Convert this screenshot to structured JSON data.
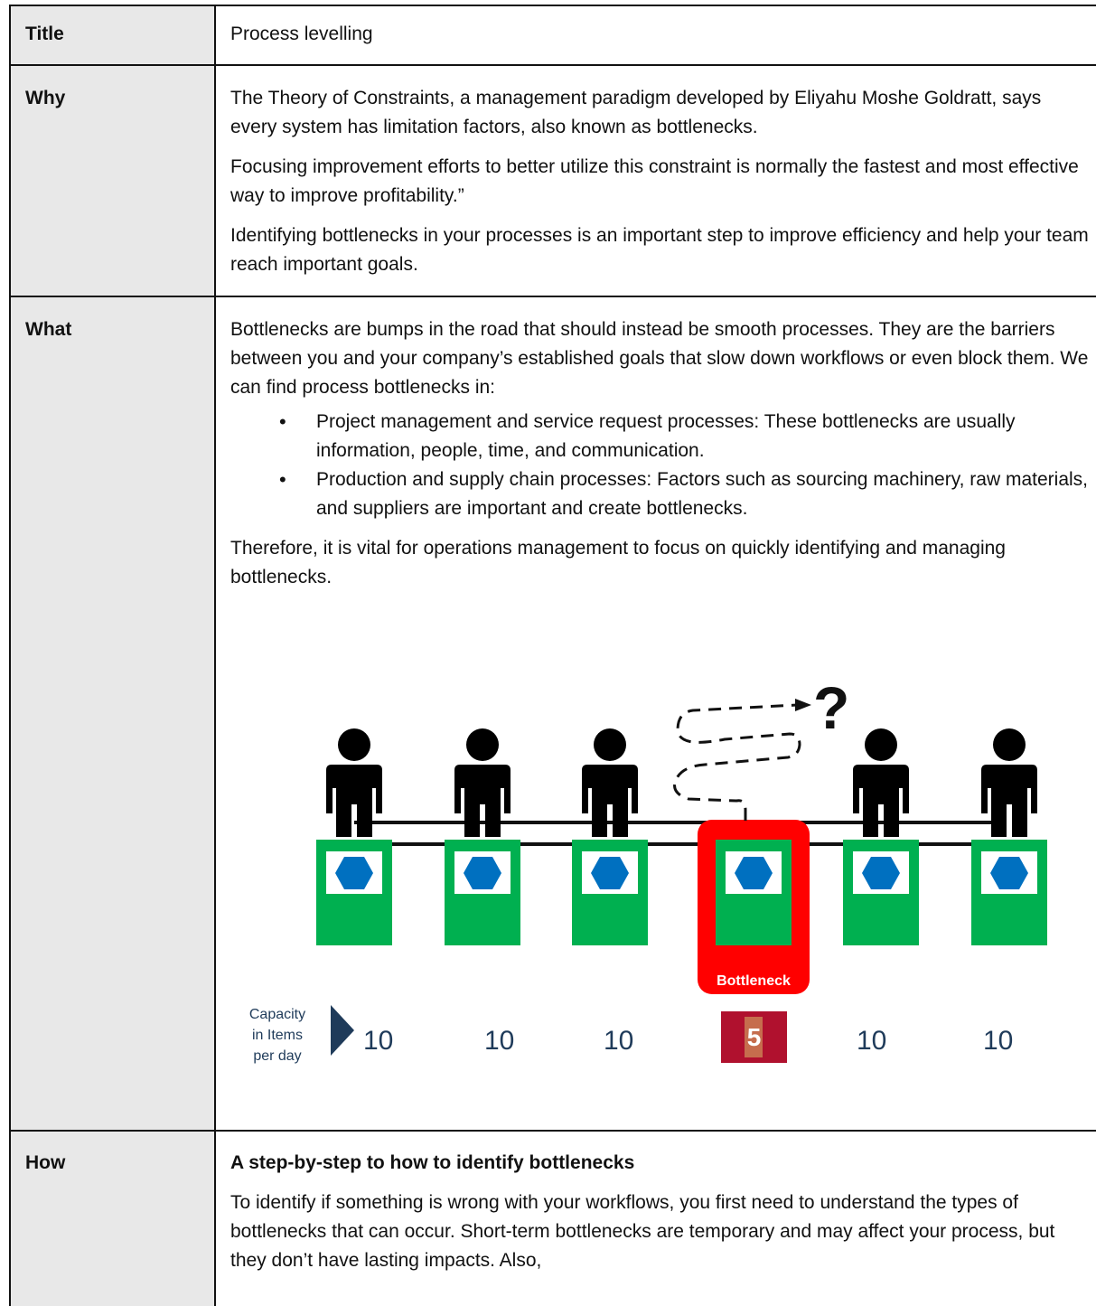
{
  "rows": {
    "title": {
      "label": "Title",
      "value": "Process levelling"
    },
    "why": {
      "label": "Why",
      "paragraphs": [
        "The Theory of Constraints, a management paradigm developed by Eliyahu Moshe Goldratt, says every system has limitation factors, also known as bottlenecks.",
        "Focusing improvement efforts to better utilize this constraint is normally the fastest and most effective way to improve profitability.”",
        "Identifying bottlenecks in your processes is an important step to improve efficiency and help your team reach important goals."
      ]
    },
    "what": {
      "label": "What",
      "intro": "Bottlenecks are bumps in the road that should instead be smooth processes. They are the barriers between you and your company’s established goals that slow down workflows or even block them. We can find process bottlenecks in:",
      "bullets": [
        "Project management and service request processes: These bottlenecks are usually information, people, time, and communication.",
        "Production and supply chain processes: Factors such as sourcing machinery, raw materials, and suppliers are important and create bottlenecks."
      ],
      "outro": "Therefore, it is vital for operations management to focus on quickly identifying and managing bottlenecks."
    },
    "how": {
      "label": "How",
      "heading": "A step-by-step to how to identify bottlenecks",
      "text": "To identify if something is wrong with your workflows, you first need to understand the types of bottlenecks that can occur. Short-term bottlenecks are temporary and may affect your process, but they don’t have lasting impacts. Also,"
    }
  },
  "diagram": {
    "capacity_label_lines": [
      "Capacity",
      "in Items",
      "per day"
    ],
    "capacities": [
      "10",
      "10",
      "10",
      "5",
      "10",
      "10"
    ],
    "bottleneck_label": "Bottleneck",
    "question_mark": "?",
    "colors": {
      "station": "#00b050",
      "hexagon": "#0070c0",
      "bottleneck": "#ff0000",
      "capacity_box": "#b0112e",
      "text": "#1f3b5a"
    }
  }
}
